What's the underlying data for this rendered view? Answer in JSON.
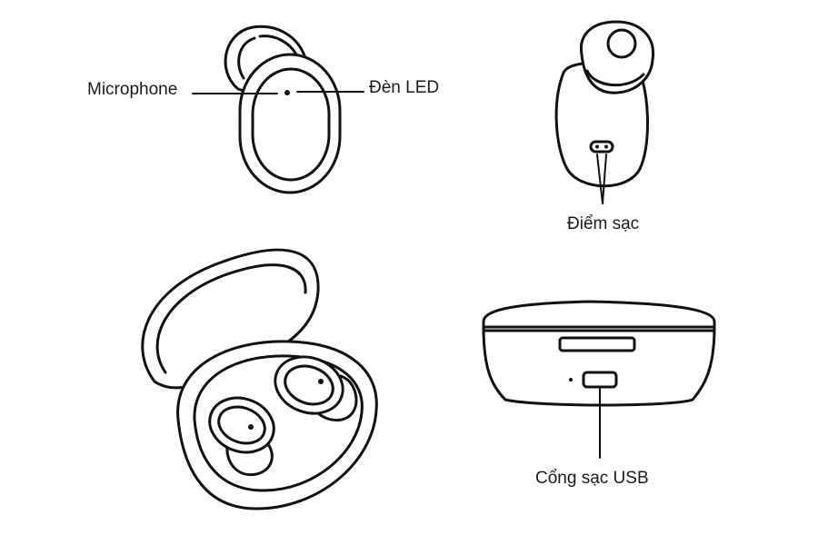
{
  "labels": {
    "microphone": "Microphone",
    "led": "Đèn LED",
    "charging_pins": "Điểm sạc",
    "usb_port": "Cổng sạc USB"
  },
  "colors": {
    "ink": "#111111",
    "background": "#ffffff"
  }
}
